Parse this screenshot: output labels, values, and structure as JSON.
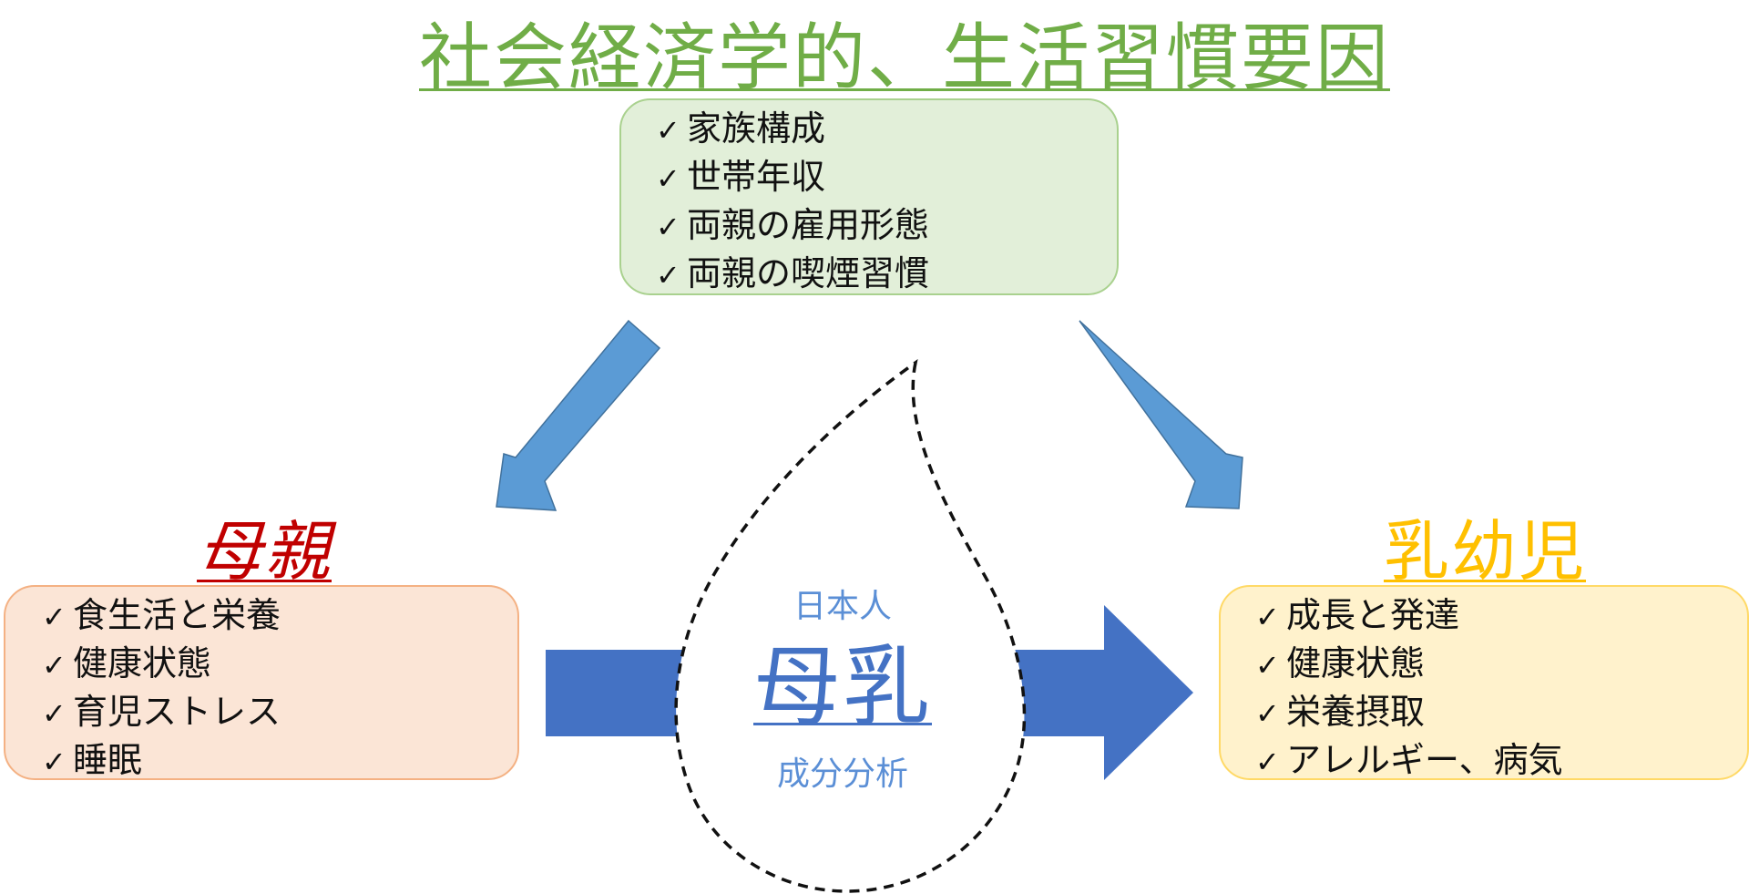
{
  "colors": {
    "socio": "#70ad47",
    "mother": "#c00000",
    "infant": "#ffc000",
    "milk": "#4472c4",
    "arrow_diagonal": "#5b9bd5",
    "arrow_main": "#4472c4"
  },
  "check_mark": "✓",
  "socioeconomic": {
    "title": "社会経済学的、生活習慣要因",
    "items": [
      "家族構成",
      "世帯年収",
      "両親の雇用形態",
      "両親の喫煙習慣"
    ]
  },
  "mother": {
    "title": "母親",
    "items": [
      "食生活と栄養",
      "健康状態",
      "育児ストレス",
      "睡眠"
    ]
  },
  "infant": {
    "title": "乳幼児",
    "items": [
      "成長と発達",
      "健康状態",
      "栄養摂取",
      "アレルギー、病気"
    ]
  },
  "breast_milk": {
    "top_label": "日本人",
    "main_label": "母乳",
    "bottom_label": "成分分析"
  }
}
